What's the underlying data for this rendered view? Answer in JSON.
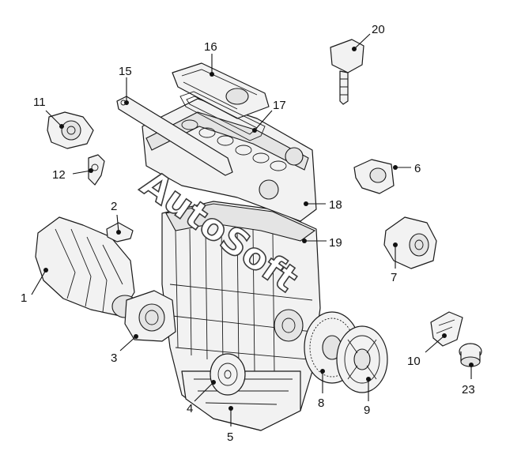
{
  "watermark": "AutoSoft",
  "callouts": [
    {
      "id": "1",
      "label": "1"
    },
    {
      "id": "2",
      "label": "2"
    },
    {
      "id": "3",
      "label": "3"
    },
    {
      "id": "4",
      "label": "4"
    },
    {
      "id": "5",
      "label": "5"
    },
    {
      "id": "6",
      "label": "6"
    },
    {
      "id": "7",
      "label": "7"
    },
    {
      "id": "8",
      "label": "8"
    },
    {
      "id": "9",
      "label": "9"
    },
    {
      "id": "10",
      "label": "10"
    },
    {
      "id": "11",
      "label": "11"
    },
    {
      "id": "12",
      "label": "12"
    },
    {
      "id": "15",
      "label": "15"
    },
    {
      "id": "16",
      "label": "16"
    },
    {
      "id": "17",
      "label": "17"
    },
    {
      "id": "18",
      "label": "18"
    },
    {
      "id": "19",
      "label": "19"
    },
    {
      "id": "20",
      "label": "20"
    },
    {
      "id": "23",
      "label": "23"
    }
  ]
}
